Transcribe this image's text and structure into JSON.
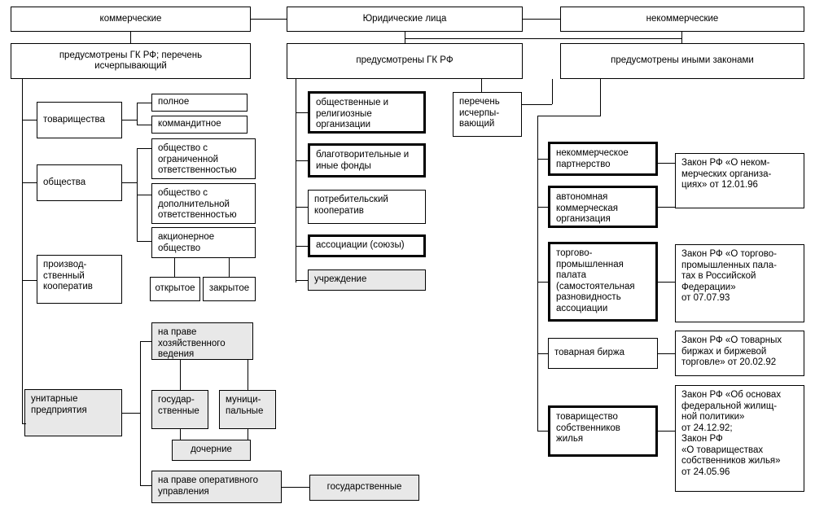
{
  "diagram": {
    "title": "Юридические лица",
    "colors": {
      "line": "#000000",
      "box_fill": "#ffffff",
      "gray_fill": "#e8e8e8",
      "text": "#000000"
    },
    "nodes": {
      "root": "Юридические лица",
      "commercial": "коммерческие",
      "noncommercial": "некоммерческие",
      "gk_exhaustive": "предусмотрены ГК РФ; перечень\nисчерпывающий",
      "gk": "предусмотрены ГК РФ",
      "other_laws": "предусмотрены иными законами",
      "list_exhaustive": "перечень\nисчерпы-\nвающий",
      "partnerships": "товарищества",
      "full": "полное",
      "limited_partnership": "коммандитное",
      "societies": "общества",
      "ooo": "общество с\nограниченной\nответственностью",
      "odo": "общество с\nдополнительной\nответственностью",
      "ao": "акционерное\nобщество",
      "open": "открытое",
      "closed": "закрытое",
      "prod_coop": "производ-\nственный\nкооператив",
      "unitary": "унитарные\nпредприятия",
      "econ_mgmt": "на праве\nхозяйственного\nведения",
      "state": "государ-\nственные",
      "municipal": "муници-\nпальные",
      "subsidiary": "дочерние",
      "oper_mgmt": "на праве оперативного\nуправления",
      "state2": "государственные",
      "public_religious": "общественные и\nрелигиозные\nорганизации",
      "charitable_funds": "благотворительные и\nиные фонды",
      "consumer_coop": "потребительский\nкооператив",
      "associations": "ассоциации (союзы)",
      "institution": "учреждение",
      "nonprofit_partnership": "некоммерческое\nпартнерство",
      "autonomous_org": "автономная\nкоммерческая\nорганизация",
      "chamber_commerce": "торгово-\nпромышленная\nпалата\n(самостоятельная\nразновидность\nассоциации",
      "commodity_exchange": "товарная биржа",
      "homeowners_assoc": "товарищество\nсобственников\nжилья",
      "law_noncommercial": "Закон РФ «О неком-\nмерческих организа-\nциях» от 12.01.96",
      "law_chamber": "Закон РФ «О торгово-\nпромышленных пала-\nтах в Российской\nФедерации»\nот 07.07.93",
      "law_exchange": "Закон РФ «О товарных\nбиржах и биржевой\nторговле» от 20.02.92",
      "law_housing": "Закон РФ «Об основах\nфедеральной жилищ-\nной политики»\nот 24.12.92;\nЗакон РФ\n«О товариществах\nсобственников жилья»\nот 24.05.96"
    }
  }
}
